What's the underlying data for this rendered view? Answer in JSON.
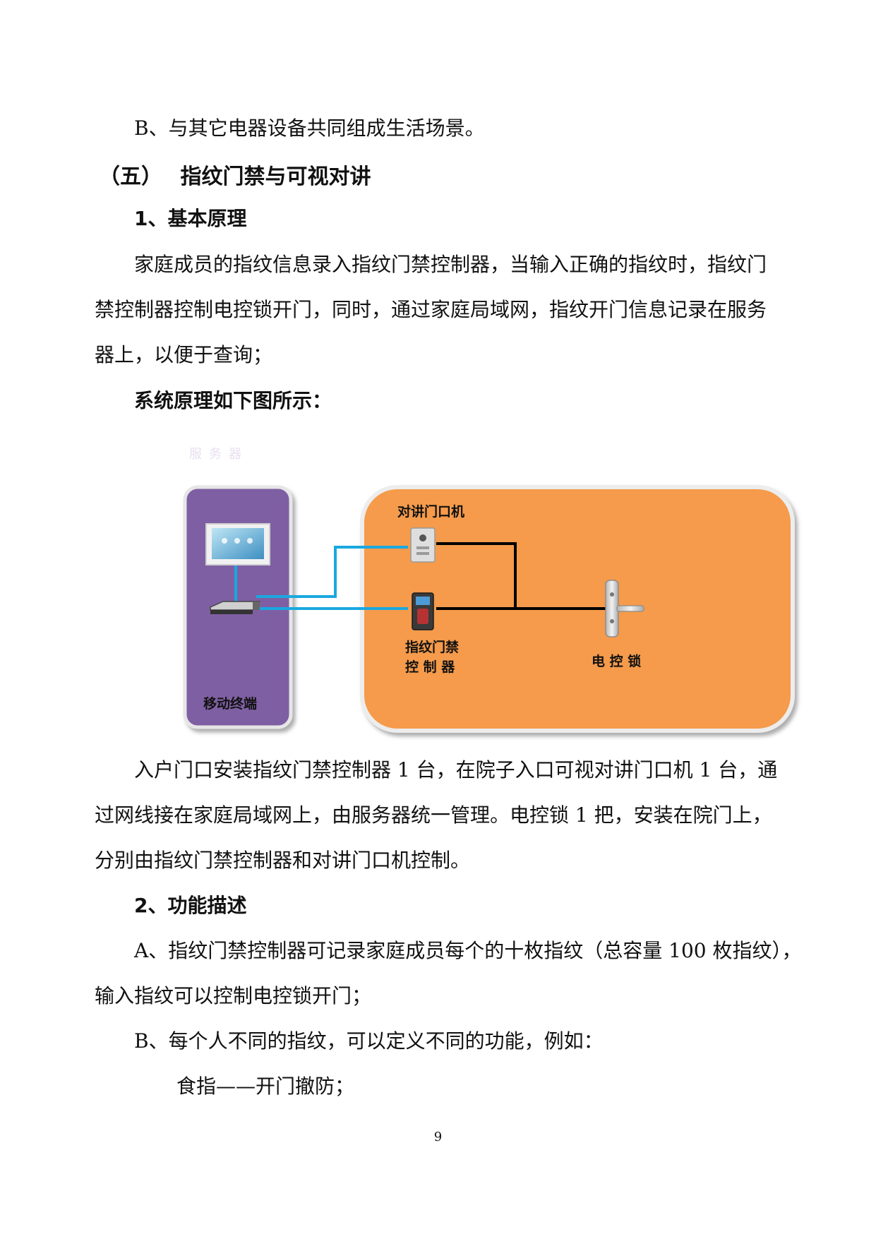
{
  "lines": {
    "l1": "B、与其它电器设备共同组成生活场景。",
    "h_section": "（五）　 指纹门禁与可视对讲",
    "h_1": "1、基本原理",
    "p1_a": "家庭成员的指纹信息录入指纹门禁控制器，当输入正确的指纹时，指纹门",
    "p1_b": "禁控制器控制电控锁开门，同时，通过家庭局域网，指纹开门信息记录在服务",
    "p1_c": "器上，以便于查询；",
    "h_sys": "系统原理如下图所示：",
    "p2_a": "入户门口安装指纹门禁控制器 1 台，在院子入口可视对讲门口机 1 台，通",
    "p2_b": "过网线接在家庭局域网上，由服务器统一管理。电控锁 1 把，安装在院门上，",
    "p2_c": "分别由指纹门禁控制器和对讲门口机控制。",
    "h_2": "2、功能描述",
    "p3_a": "A、指纹门禁控制器可记录家庭成员每个的十枚指纹（总容量 100 枚指纹），",
    "p3_b": "输入指纹可以控制电控锁开门；",
    "p4": "B、每个人不同的指纹，可以定义不同的功能，例如：",
    "p5": "食指——开门撤防；"
  },
  "diagram": {
    "server_label": "服务器",
    "mobile_label": "移动终端",
    "intercom_label": "对讲门口机",
    "fp_label_1": "指纹门禁",
    "fp_label_2": "控 制 器",
    "lock_label": "电 控 锁",
    "colors": {
      "server_panel": "#7f5fa3",
      "home_panel": "#f59b4c",
      "network_line": "#1aa8e0",
      "control_line": "#000000"
    }
  },
  "page_number": "9"
}
